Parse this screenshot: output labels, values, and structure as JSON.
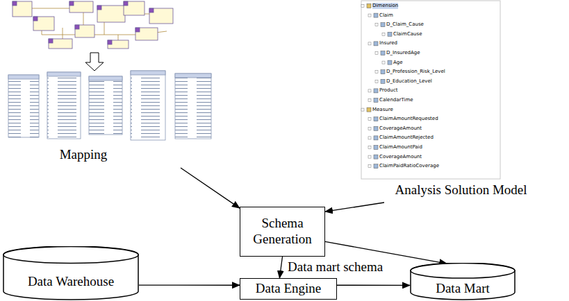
{
  "diagram": {
    "nodes": [
      {
        "text": [
          "Mapping"
        ]
      },
      {
        "text": [
          "Analysis Solution Model"
        ]
      },
      {
        "text": [
          "Schema Generation"
        ]
      },
      {
        "text": [
          "Data Warehouse"
        ]
      },
      {
        "text": [
          "Data Engine"
        ]
      },
      {
        "text": [
          "Data Mart"
        ]
      }
    ],
    "edges": [
      {
        "from": 0,
        "to": 2,
        "arrow": "to"
      },
      {
        "from": 1,
        "to": 2,
        "arrow": "to"
      },
      {
        "from": 2,
        "to": 4,
        "arrow": "to"
      },
      {
        "from": 2,
        "to": 5,
        "arrow": "to",
        "label": "Data mart schema"
      },
      {
        "from": 3,
        "to": 4,
        "arrow": "to"
      },
      {
        "from": 4,
        "to": 5,
        "arrow": "to"
      }
    ],
    "labels": [
      "Dimension",
      "Claim",
      "D_Claim_Cause",
      "ClaimCause",
      "Insured",
      "D_InsuredAge",
      "Age",
      "D_Profession_Risk_Level",
      "D_Education_Level",
      "Product",
      "CalendarTime",
      "Measure",
      "ClaimAmountRequested",
      "CoverageAmount",
      "ClaimAmountRejected",
      "ClaimAmountPaid",
      "CoverageAmount",
      "ClaimPaidRatioCoverage"
    ]
  }
}
